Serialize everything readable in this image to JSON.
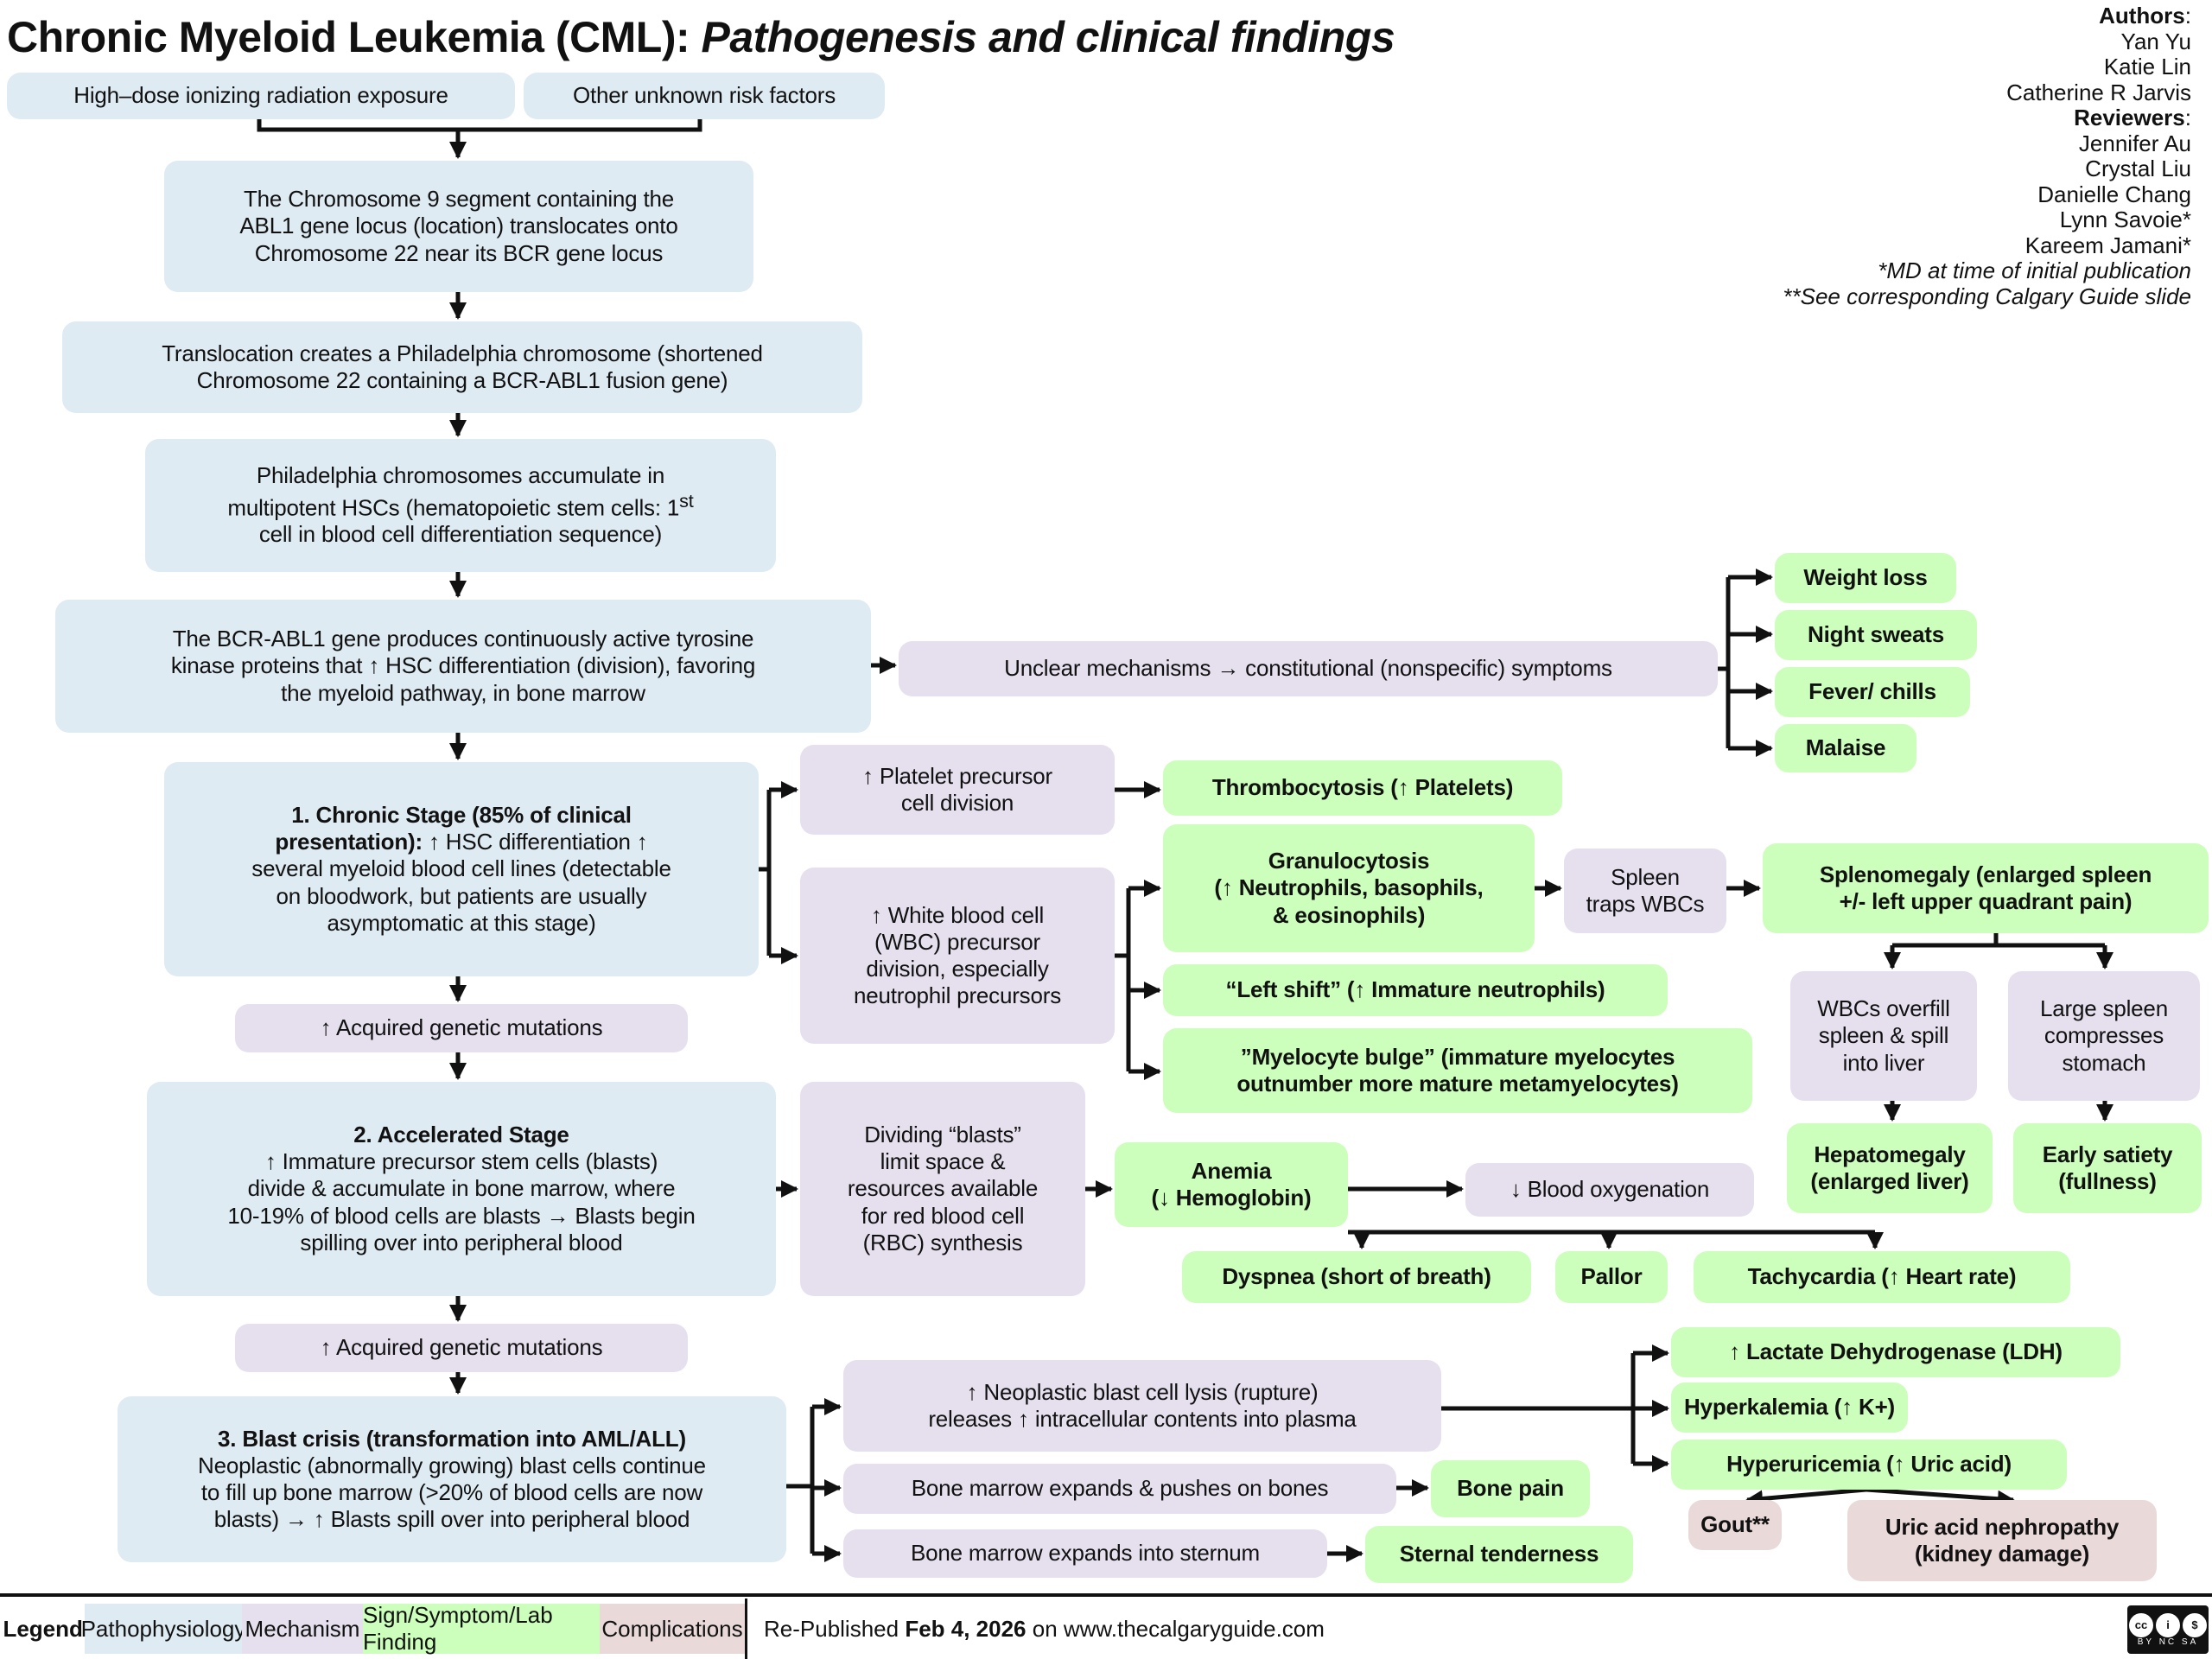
{
  "title": {
    "main": "Chronic Myeloid Leukemia (CML): ",
    "subtitle": "Pathogenesis and clinical findings"
  },
  "authors": {
    "authors_label": "Authors",
    "authors": [
      "Yan Yu",
      "Katie Lin",
      "Catherine R Jarvis"
    ],
    "reviewers_label": "Reviewers",
    "reviewers": [
      "Jennifer Au",
      "Crystal Liu",
      "Danielle Chang",
      "Lynn Savoie*",
      "Kareem Jamani*"
    ],
    "note1": "*MD at time of initial publication",
    "note2": "**See corresponding Calgary Guide slide"
  },
  "nodes": {
    "risk1": "High–dose ionizing radiation exposure",
    "risk2": "Other unknown risk factors",
    "translocation": "The Chromosome 9 segment containing the\nABL1 gene locus (location) translocates onto\nChromosome 22 near its BCR gene locus",
    "philadelphia": "Translocation creates a Philadelphia chromosome (shortened\nChromosome 22 containing a BCR-ABL1 fusion gene)",
    "accumulate_a": "Philadelphia chromosomes accumulate in\nmultipotent HSCs (hematopoietic stem cells: 1",
    "accumulate_sup": "st",
    "accumulate_b": "\ncell in blood cell differentiation sequence)",
    "tyrosine": "The BCR-ABL1 gene produces continuously active tyrosine\nkinase proteins that ↑ HSC differentiation (division), favoring\nthe myeloid pathway, in bone marrow",
    "unclear": "Unclear mechanisms → constitutional (nonspecific) symptoms",
    "weight_loss": "Weight loss",
    "night_sweats": "Night sweats",
    "fever": "Fever/ chills",
    "malaise": "Malaise",
    "chronic_title": "1. Chronic Stage (85% of clinical\npresentation):",
    "chronic_body": " ↑ HSC differentiation ↑\nseveral myeloid blood cell lines (detectable\non bloodwork, but patients are usually\nasymptomatic at this stage)",
    "acquired1": "↑ Acquired genetic mutations",
    "accel_title": "2. Accelerated Stage",
    "accel_body": "\n↑ Immature precursor stem cells (blasts)\ndivide & accumulate in bone marrow, where\n10-19% of blood cells are blasts → Blasts begin\nspilling over into peripheral blood",
    "acquired2": "↑ Acquired genetic mutations",
    "blast_title": "3. Blast crisis (transformation into AML/ALL)",
    "blast_body": "\nNeoplastic (abnormally growing) blast cells continue\nto fill up bone marrow (>20% of blood cells are now\nblasts) → ↑ Blasts spill over into peripheral blood",
    "platelet_precursor": "↑ Platelet precursor\ncell division",
    "wbc_precursor": "↑ White blood cell\n(WBC) precursor\ndivision, especially\nneutrophil precursors",
    "dividing_blasts": "Dividing “blasts”\nlimit space &\nresources available\nfor red blood cell\n(RBC) synthesis",
    "thrombocytosis": "Thrombocytosis (↑ Platelets)",
    "granulocytosis": "Granulocytosis\n(↑ Neutrophils, basophils,\n& eosinophils)",
    "spleen_traps": "Spleen\ntraps WBCs",
    "splenomegaly": "Splenomegaly (enlarged spleen\n+/- left upper quadrant pain)",
    "left_shift": "“Left shift” (↑ Immature neutrophils)",
    "myelocyte_bulge": "”Myelocyte bulge” (immature myelocytes\noutnumber more mature metamyelocytes)",
    "wbc_overfill": "WBCs overfill\nspleen & spill\ninto liver",
    "large_spleen": "Large spleen\ncompresses\nstomach",
    "hepatomegaly": "Hepatomegaly\n(enlarged liver)",
    "early_satiety": "Early satiety\n(fullness)",
    "anemia": "Anemia\n(↓ Hemoglobin)",
    "blood_oxygenation": "↓ Blood oxygenation",
    "dyspnea": "Dyspnea (short of breath)",
    "pallor": "Pallor",
    "tachycardia": "Tachycardia (↑ Heart rate)",
    "lysis": "↑ Neoplastic blast cell lysis (rupture)\nreleases ↑ intracellular contents into plasma",
    "marrow_bones": "Bone marrow expands & pushes on bones",
    "bone_pain": "Bone pain",
    "marrow_sternum": "Bone marrow expands into sternum",
    "sternal": "Sternal tenderness",
    "ldh": "↑ Lactate Dehydrogenase (LDH)",
    "hyperkalemia": "Hyperkalemia (↑ K+)",
    "hyperuricemia": "Hyperuricemia (↑ Uric acid)",
    "gout": "Gout**",
    "nephropathy": "Uric acid nephropathy\n(kidney damage)"
  },
  "legend": {
    "label": "Legend:",
    "items": [
      "Pathophysiology",
      "Mechanism",
      "Sign/Symptom/Lab Finding",
      "Complications"
    ],
    "colors": {
      "pathophysiology": "#deebf3",
      "mechanism": "#e6e0ee",
      "sign": "#ccffbb",
      "complications": "#ead9d9"
    }
  },
  "footer": {
    "prefix": "Re-Published ",
    "date": "Feb 4, 2026",
    "suffix": " on www.thecalgaryguide.com",
    "license": "BY NC SA",
    "license_icon": "creative-commons-icon"
  }
}
